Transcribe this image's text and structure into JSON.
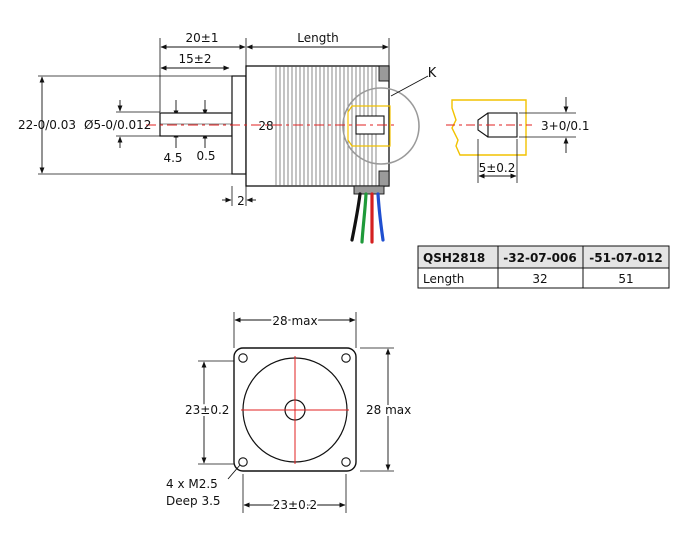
{
  "side_view": {
    "dim_20": "20±1",
    "dim_15": "15±2",
    "dim_length": "Length",
    "dim_22": "22-0/0.03",
    "dim_shaft": "Ø5-0/0.012",
    "dim_28": "28",
    "dim_4_5": "4.5",
    "dim_0_5": "0.5",
    "dim_2": "2",
    "detail_label": "K"
  },
  "detail_view": {
    "dim_depth": "3+0/0.1",
    "dim_width": "5±0.2"
  },
  "front_view": {
    "dim_top": "28 max",
    "dim_right": "28 max",
    "dim_left": "23±0.2",
    "dim_bottom": "23±0.2",
    "holes_line1": "4 x M2.5",
    "holes_line2": "Deep 3.5"
  },
  "table": {
    "header": [
      "QSH2818",
      "-32-07-006",
      "-51-07-012"
    ],
    "rows": [
      [
        "Length",
        "32",
        "51"
      ]
    ]
  },
  "colors": {
    "centerline": "#e02020",
    "detail_outline": "#f2c200",
    "wire_black": "#111111",
    "wire_green": "#1f9a3a",
    "wire_red": "#d42020",
    "wire_blue": "#1f4fd0",
    "table_header_bg": "#e4e4e4"
  }
}
